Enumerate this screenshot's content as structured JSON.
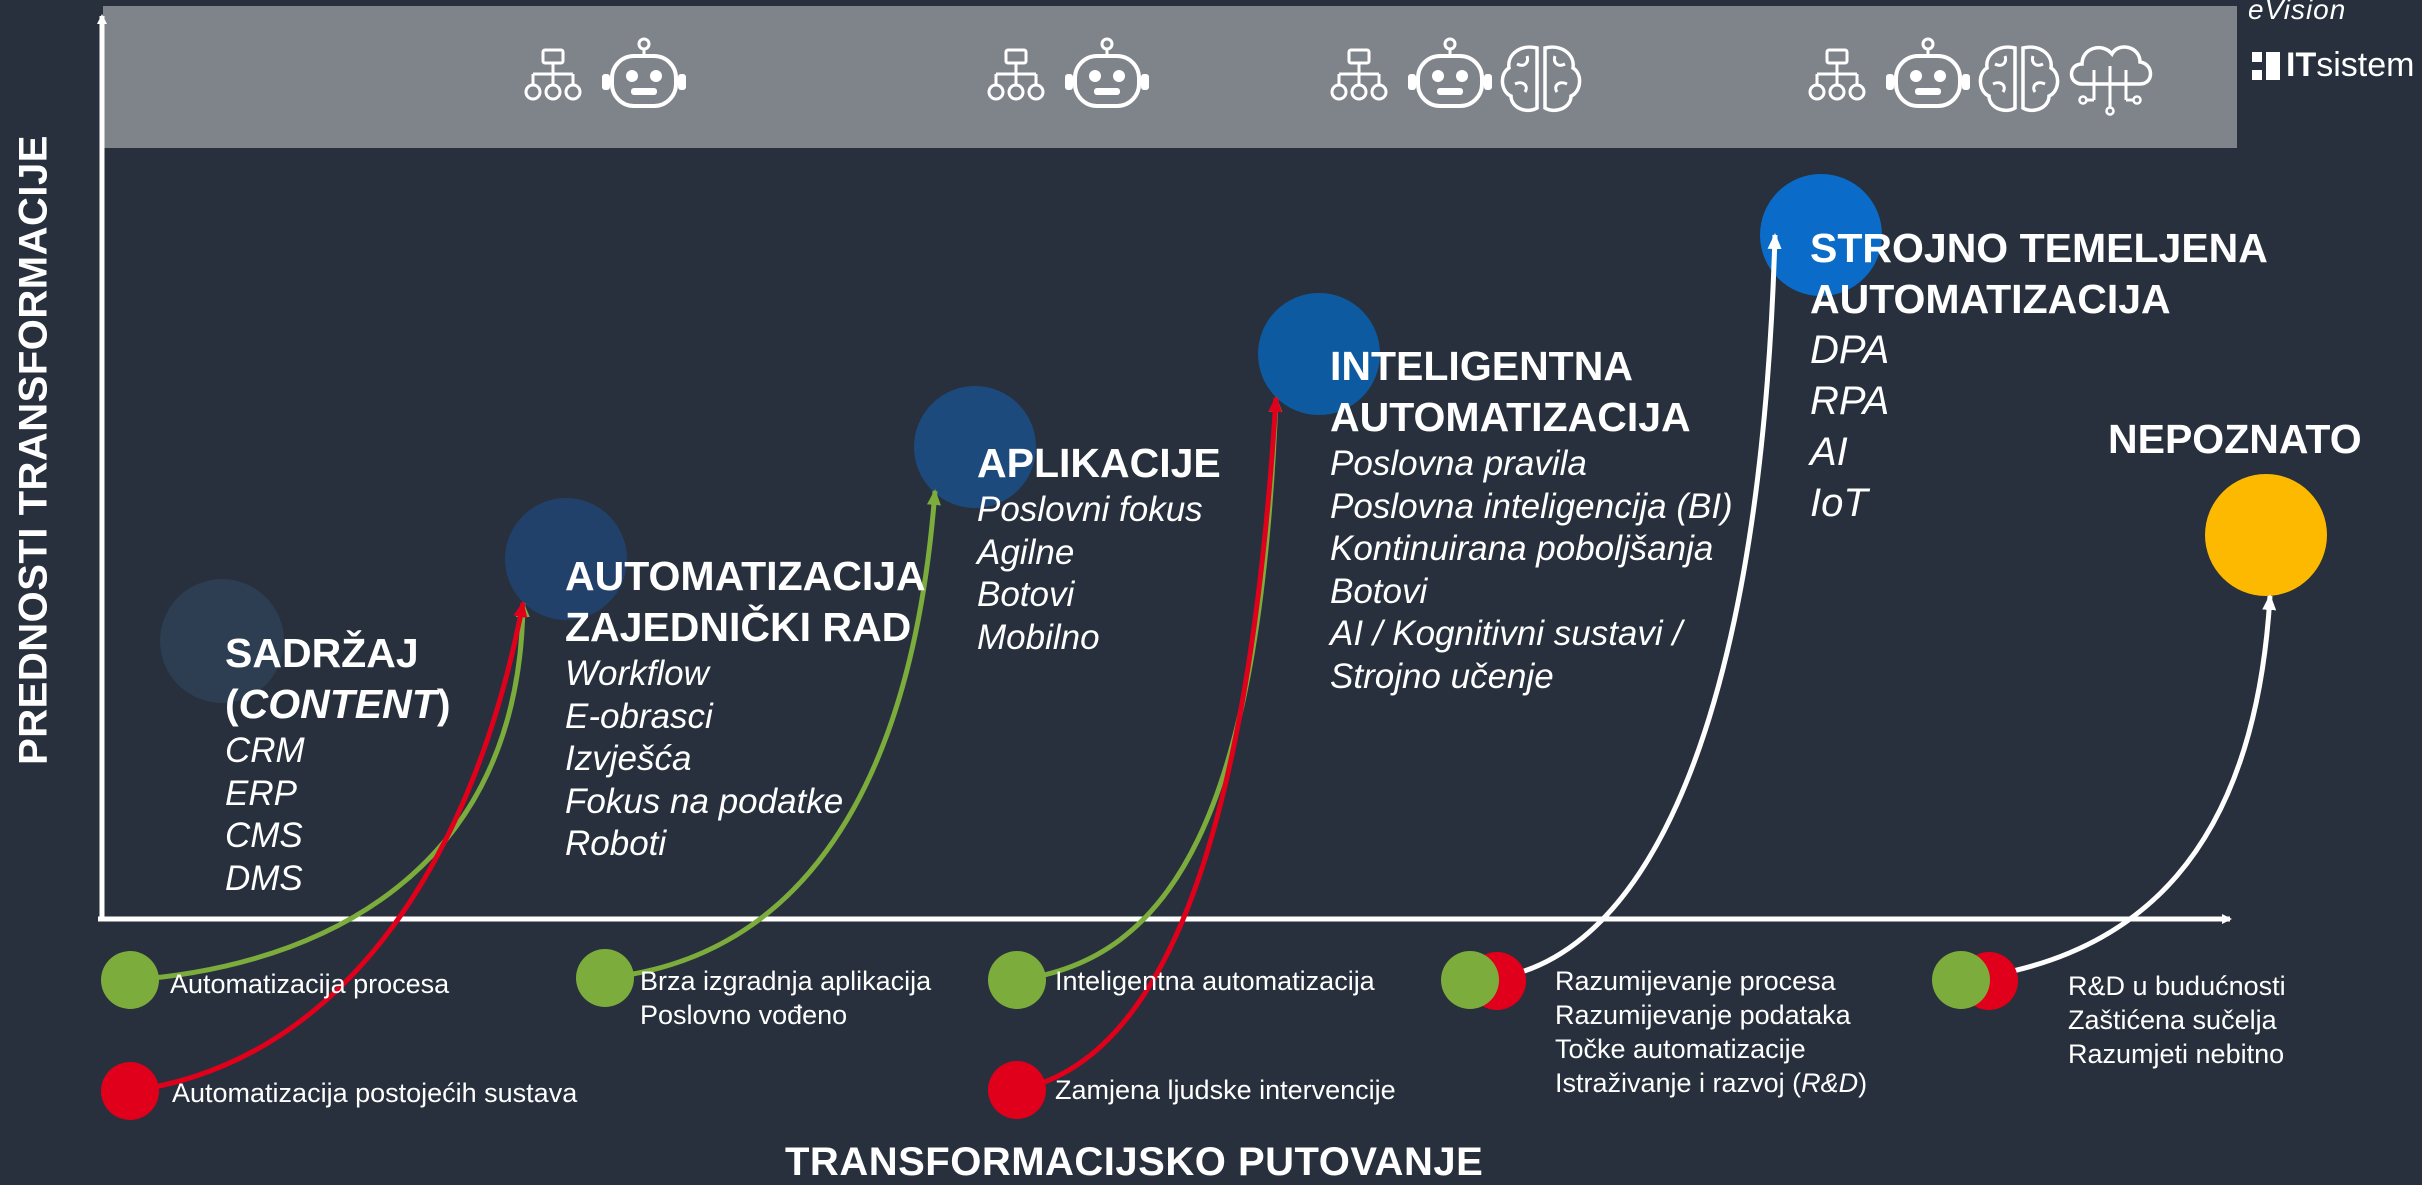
{
  "logos": {
    "brand1": "eVision",
    "brand2_bold": "IT",
    "brand2_rest": "sistem"
  },
  "header_icon_groups": [
    {
      "icons": [
        "org-chart-icon",
        "robot-icon"
      ]
    },
    {
      "icons": [
        "org-chart-icon",
        "robot-icon"
      ]
    },
    {
      "icons": [
        "org-chart-icon",
        "robot-icon",
        "brain-icon"
      ]
    },
    {
      "icons": [
        "org-chart-icon",
        "robot-icon",
        "brain-icon",
        "cloud-circuit-icon"
      ]
    }
  ],
  "axes": {
    "y_title": "PREDNOSTI TRANSFORMACIJE",
    "x_title": "TRANSFORMACIJSKO PUTOVANJE"
  },
  "stages": [
    {
      "title_lines": [
        "SADRŽAJ",
        "(CONTENT)"
      ],
      "items": [
        "CRM",
        "ERP",
        "CMS",
        "DMS"
      ],
      "color": "#2d3d52"
    },
    {
      "title_lines": [
        "AUTOMATIZACIJA",
        "ZAJEDNIČKI RAD"
      ],
      "items": [
        "Workflow",
        "E-obrasci",
        "Izvješća",
        "Fokus na podatke",
        "Roboti"
      ],
      "color": "#22416a"
    },
    {
      "title_lines": [
        "APLIKACIJE"
      ],
      "items": [
        "Poslovni fokus",
        "Agilne",
        "Botovi",
        "Mobilno"
      ],
      "color": "#1d4a7c"
    },
    {
      "title_lines": [
        "INTELIGENTNA",
        "AUTOMATIZACIJA"
      ],
      "items": [
        "Poslovna pravila",
        "Poslovna inteligencija (BI)",
        "Kontinuirana poboljšanja",
        "Botovi",
        "AI / Kognitivni sustavi /",
        "Strojno učenje"
      ],
      "color": "#0e5aa0"
    },
    {
      "title_lines": [
        "STROJNO TEMELJENA",
        "AUTOMATIZACIJA"
      ],
      "items": [
        "DPA",
        "RPA",
        "AI",
        "IoT"
      ],
      "color": "#0a6cc8"
    },
    {
      "title_lines": [
        "NEPOZNATO"
      ],
      "items": [],
      "color": "#fcb900"
    }
  ],
  "legend_groups": [
    {
      "lines": [
        "Automatizacija procesa"
      ]
    },
    {
      "lines": [
        "Automatizacija postojećih sustava"
      ]
    },
    {
      "lines": [
        "Brza izgradnja aplikacija",
        "Poslovno vođeno"
      ]
    },
    {
      "lines": [
        "Inteligentna automatizacija"
      ]
    },
    {
      "lines": [
        "Zamjena ljudske intervencije"
      ]
    },
    {
      "lines": [
        "Razumijevanje procesa",
        "Razumijevanje podataka",
        "Točke automatizacije",
        "Istraživanje i razvoj (R&D)"
      ]
    },
    {
      "lines": [
        "R&D u budućnosti",
        "Zaštićena sučelja",
        "Razumjeti nebitno"
      ]
    }
  ],
  "colors": {
    "background": "#27303c",
    "header_band": "#7f838a",
    "green": "#7cac3c",
    "red": "#e0001b",
    "white": "#ffffff",
    "yellow": "#fcb900"
  }
}
